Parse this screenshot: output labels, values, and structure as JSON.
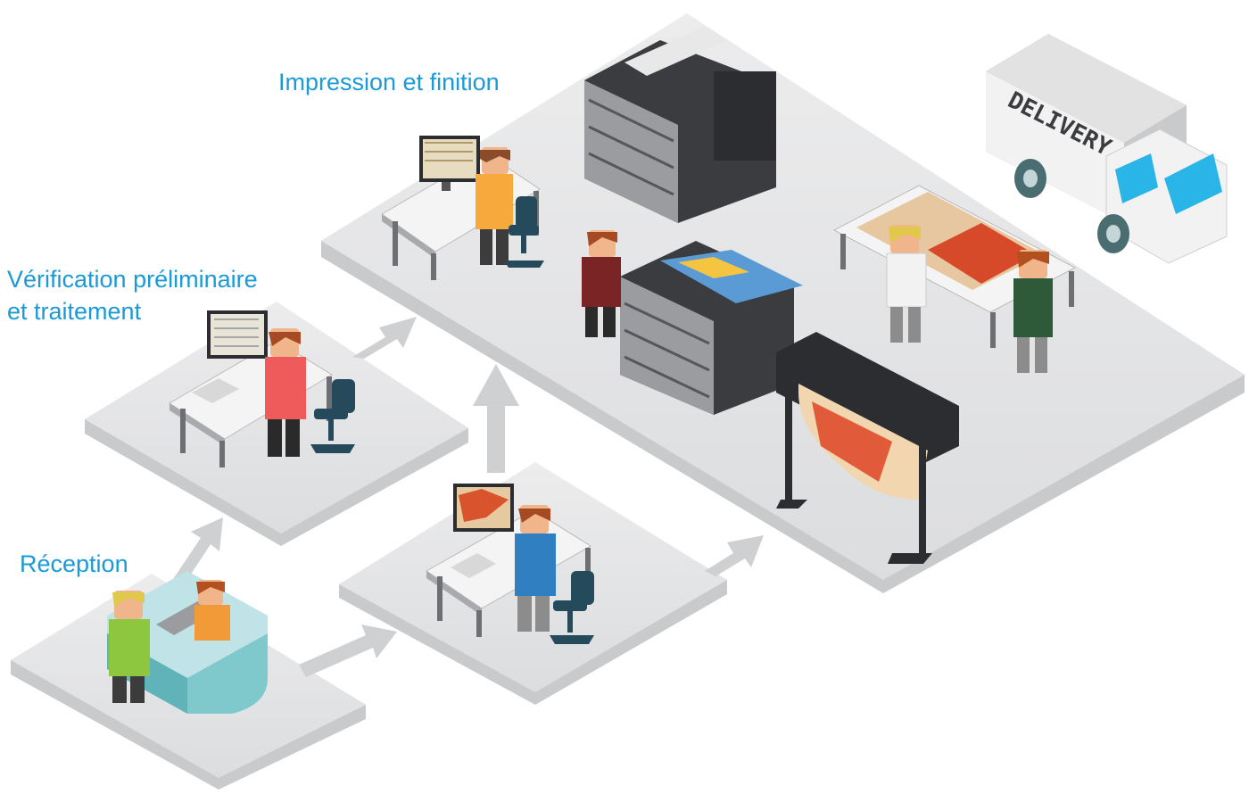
{
  "colors": {
    "label": "#1a9ad6",
    "platform": "#e4e5e6",
    "platform_edge": "#c9cacc",
    "arrow": "#cfd0d2",
    "printer_dark": "#3b3c3f",
    "printer_grey": "#9a9c9f",
    "counter_teal": "#7fc8cc",
    "truck_white": "#f2f2f2",
    "truck_window": "#29b5e8"
  },
  "labels": {
    "impression": "Impression et finition",
    "verification_line1": "Vérification préliminaire",
    "verification_line2": "et traitement",
    "reception": "Réception"
  },
  "truck": {
    "text": "DELIVERY"
  },
  "icons": [
    "workstation-icon",
    "printer-icon",
    "plotter-icon",
    "delivery-truck-icon",
    "reception-counter-icon",
    "flow-arrow-icon",
    "person-icon",
    "chair-icon"
  ]
}
